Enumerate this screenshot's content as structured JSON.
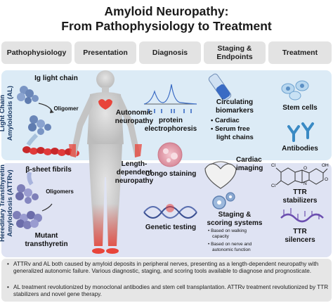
{
  "title_line1": "Amyloid Neuropathy:",
  "title_line2": "From Pathophysiology to Treatment",
  "headers": {
    "pathophysiology": "Pathophysiology",
    "presentation": "Presentation",
    "diagnosis": "Diagnosis",
    "staging_line1": "Staging &",
    "staging_line2": "Endpoints",
    "treatment": "Treatment"
  },
  "rows": {
    "al_line1": "Light Chain",
    "al_line2": "Amyloidosis (AL)",
    "attr_line1": "Hereditary Transthyretin",
    "attr_line2": "Amyloidosis (ATTRv)"
  },
  "pathophysiology": {
    "ig_light_chain": "Ig light chain",
    "oligomer": "Oligomer",
    "beta_sheet": "β-sheet fibrils",
    "oligomers": "Oligomers",
    "mutant_line1": "Mutant",
    "mutant_line2": "transthyretin"
  },
  "presentation": {
    "autonomic_line1": "Autonomic",
    "autonomic_line2": "neuropathy",
    "length_line1": "Length-",
    "length_line2": "dependent",
    "length_line3": "neuropathy"
  },
  "diagnosis": {
    "protein_line1": "protein",
    "protein_line2": "electrophoresis",
    "congo": "Congo staining",
    "genetic": "Genetic testing"
  },
  "staging": {
    "circulating_line1": "Circulating",
    "circulating_line2": "biomarkers",
    "cardiac": "Cardiac",
    "serum_line1": "Serum free",
    "serum_line2": "light chains",
    "cardiac_imaging_line1": "Cardiac",
    "cardiac_imaging_line2": "imaging",
    "scoring_line1": "Staging &",
    "scoring_line2": "scoring systems",
    "based_walking_line1": "Based on walking",
    "based_walking_line2": "capacity",
    "based_nerve_line1": "Based on nerve and",
    "based_nerve_line2": "autonomic function"
  },
  "treatment": {
    "stem_cells": "Stem cells",
    "antibodies": "Antibodies",
    "ttr_stab_line1": "TTR",
    "ttr_stab_line2": "stabilizers",
    "ttr_sil_line1": "TTR",
    "ttr_sil_line2": "silencers",
    "chem_cl1": "Cl",
    "chem_cl2": "Cl",
    "chem_oh": "OH",
    "chem_o1": "O",
    "chem_o2": "O",
    "chem_n": "N"
  },
  "footer": {
    "note1": "ATTRv and AL both caused by amyloid deposits in peripheral nerves, presenting as a length-dependent neuropathy with generalized autonomic failure. Various diagnostic, staging, and scoring tools available to diagnose and prognosticate.",
    "note2": "AL treatment revolutionized by monoclonal antibodies and stem cell transplantation. ATTRv treatment revolutionized by TTR stabilizers and novel gene therapy.",
    "bullet": "•"
  },
  "colors": {
    "al_band": "#dcebf6",
    "attr_band": "#dfe3f3",
    "header_bg": "#e3e3e3",
    "fibril_red": "#d9302f",
    "protein_blue": "#7a95c4",
    "body_gray": "#cfcfcf",
    "highlight_red": "#e8443a"
  }
}
